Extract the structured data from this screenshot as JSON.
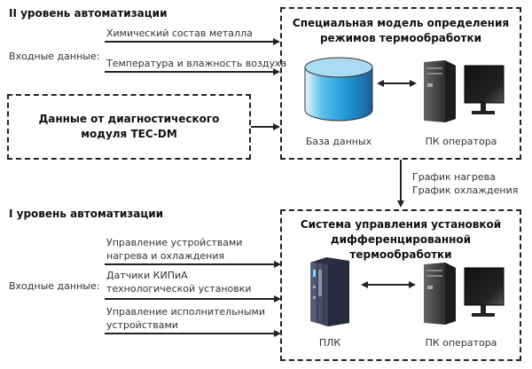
{
  "level2": {
    "title": "II уровень автоматизации",
    "inputs_label": "Входные данные:",
    "inputs": [
      "Химический состав металла",
      "Температура и влажность воздуха"
    ],
    "diag_box": {
      "line1": "Данные от диагностического",
      "line2": "модуля TEC-DM"
    },
    "model_box": {
      "title_line1": "Специальная модель определения",
      "title_line2": "режимов термообработки",
      "database_label": "База данных",
      "pc_label": "ПК оператора",
      "database_icon": "database-cylinder-icon",
      "pc_icon": "desktop-computer-icon"
    }
  },
  "transfer": {
    "line1": "График нагрева",
    "line2": "График охлаждения"
  },
  "level1": {
    "title": "I уровень автоматизации",
    "inputs_label": "Входные данные:",
    "inputs": [
      {
        "line1": "Управление устройствами",
        "line2": "нагрева и охлаждения"
      },
      {
        "line1": "Датчики КИПиА",
        "line2": "технологической установки"
      },
      {
        "line1": "Управление исполнительными",
        "line2": "устройствами"
      }
    ],
    "control_box": {
      "title_line1": "Система управления установкой",
      "title_line2": "дифференцированной термообработки",
      "plc_label": "ПЛК",
      "pc_label": "ПК оператора",
      "plc_icon": "plc-controller-icon",
      "pc_icon": "desktop-computer-icon"
    }
  },
  "colors": {
    "line": "#222222",
    "db_top": "#a9dcf2",
    "db_body": "#1f9ad6",
    "db_dark": "#1a5f96",
    "pc_dark": "#1a1a1a"
  }
}
